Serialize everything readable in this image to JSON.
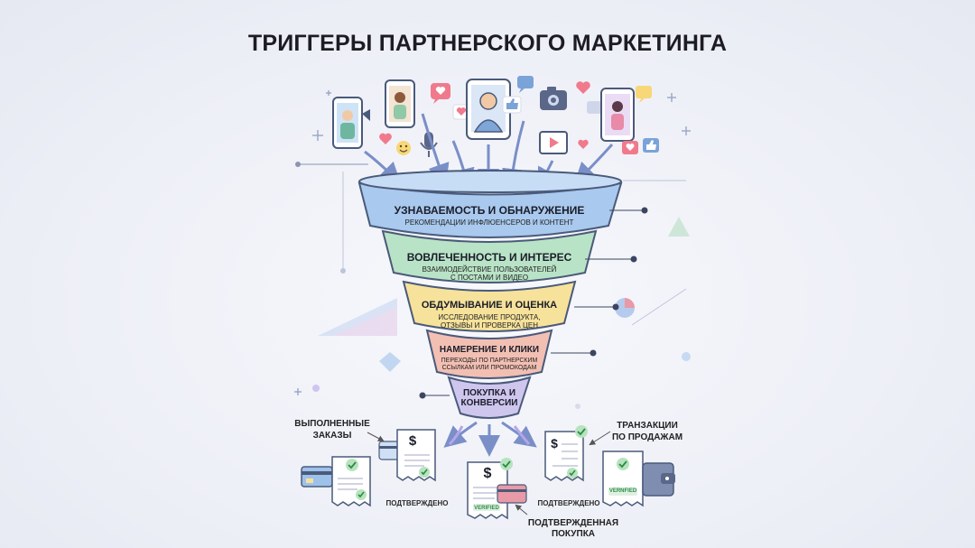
{
  "title": "ТРИГГЕРЫ ПАРТНЕРСКОГО МАРКЕТИНГА",
  "colors": {
    "stage1": "#a9c9ee",
    "stage2": "#b9e3c6",
    "stage3": "#f6e29a",
    "stage4": "#f2bfb3",
    "stage5": "#cfc6ee",
    "arrow": "#7a8fc8",
    "accent_green": "#4caf50"
  },
  "funnel": {
    "stages": [
      {
        "title": "УЗНАВАЕМОСТЬ И ОБНАРУЖЕНИЕ",
        "subtitle": "РЕКОМЕНДАЦИИ ИНФЛЮЕНСЕРОВ И КОНТЕНТ"
      },
      {
        "title": "ВОВЛЕЧЕННОСТЬ И ИНТЕРЕС",
        "subtitle_lines": [
          "ВЗАИМОДЕЙСТВИЕ ПОЛЬЗОВАТЕЛЕЙ",
          "С ПОСТАМИ И ВИДЕО"
        ]
      },
      {
        "title": "ОБДУМЫВАНИЕ И ОЦЕНКА",
        "subtitle_lines": [
          "ИССЛЕДОВАНИЕ ПРОДУКТА,",
          "ОТЗЫВЫ И ПРОВЕРКА ЦЕН"
        ]
      },
      {
        "title": "НАМЕРЕНИЕ И КЛИКИ",
        "subtitle_lines": [
          "ПЕРЕХОДЫ ПО ПАРТНЕРСКИМ",
          "ССЫЛКАМ ИЛИ ПРОМОКОДАМ"
        ]
      },
      {
        "title_lines": [
          "ПОКУПКА И",
          "КОНВЕРСИИ"
        ]
      }
    ]
  },
  "outcomes": {
    "completed_orders_lines": [
      "ВЫПОЛНЕННЫЕ",
      "ЗАКАЗЫ"
    ],
    "sales_transactions_lines": [
      "ТРАНЗАКЦИИ",
      "ПО ПРОДАЖАМ"
    ],
    "confirmed_purchase_lines": [
      "ПОДТВЕРЖДЕННАЯ",
      "ПОКУПКА"
    ],
    "confirmed_left": "ПОДТВЕРЖДЕНО",
    "confirmed_right": "ПОДТВЕРЖДЕНО",
    "verified_center": "VERIFIED",
    "verified_right": "VERNFIED",
    "currency_symbol": "$"
  },
  "icons": [
    "smartphone-influencer-icon",
    "selfie-phone-icon",
    "user-monitor-icon",
    "live-phone-icon",
    "heart-icon",
    "like-icon",
    "camera-icon",
    "smile-icon",
    "microphone-icon",
    "play-icon",
    "credit-card-icon",
    "receipt-icon",
    "wallet-icon",
    "check-icon",
    "pie-chart-icon"
  ]
}
